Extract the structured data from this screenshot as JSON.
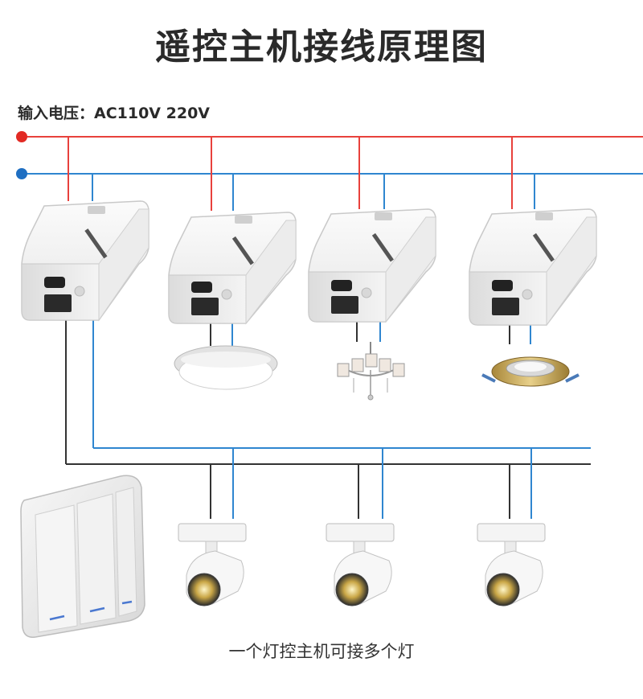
{
  "title": "遥控主机接线原理图",
  "input_voltage": "输入电压：AC110V  220V",
  "caption": "一个灯控主机可接多个灯",
  "colors": {
    "live": "#e8413c",
    "neutral": "#2f86d0",
    "load": "#333333",
    "module_body": "#f1f1f1",
    "module_edge": "#c9c9c9"
  },
  "icons": {
    "receiver": "relay-module-icon",
    "ceiling_light": "ceiling-light-icon",
    "chandelier": "chandelier-icon",
    "downlight": "downlight-icon",
    "track_light": "track-spotlight-icon",
    "switch": "wall-switch-panel-icon"
  },
  "receivers": [
    {
      "name": "receiver-1"
    },
    {
      "name": "receiver-2"
    },
    {
      "name": "receiver-3"
    },
    {
      "name": "receiver-4"
    }
  ],
  "switch_panel": {
    "gangs": 3
  }
}
